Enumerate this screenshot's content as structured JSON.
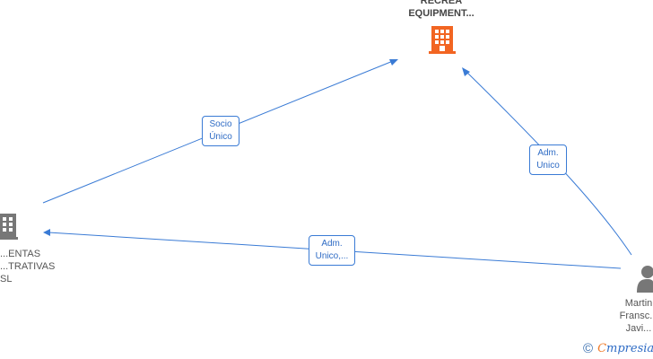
{
  "nodes": {
    "top": {
      "lines": [
        "RECREA",
        "EQUIPMENT..."
      ],
      "icon": "building-icon",
      "color": "#f26522"
    },
    "left": {
      "lines": [
        "...ENTAS",
        "...TRATIVAS",
        "SL"
      ],
      "icon": "building-icon",
      "color": "#777777"
    },
    "right": {
      "lines": [
        "Martin",
        "Fransc...",
        "Javi..."
      ],
      "icon": "person-icon",
      "color": "#777777"
    }
  },
  "edges": [
    {
      "label_lines": [
        "Socio",
        "Único"
      ]
    },
    {
      "label_lines": [
        "Adm.",
        "Unico"
      ]
    },
    {
      "label_lines": [
        "Adm.",
        "Unico,..."
      ]
    }
  ],
  "footer": {
    "copyright_symbol": "©",
    "brand_first": "C",
    "brand_rest": "mpresia"
  },
  "colors": {
    "edge": "#3a7bd5",
    "accent": "#f26522",
    "gray": "#777777"
  }
}
